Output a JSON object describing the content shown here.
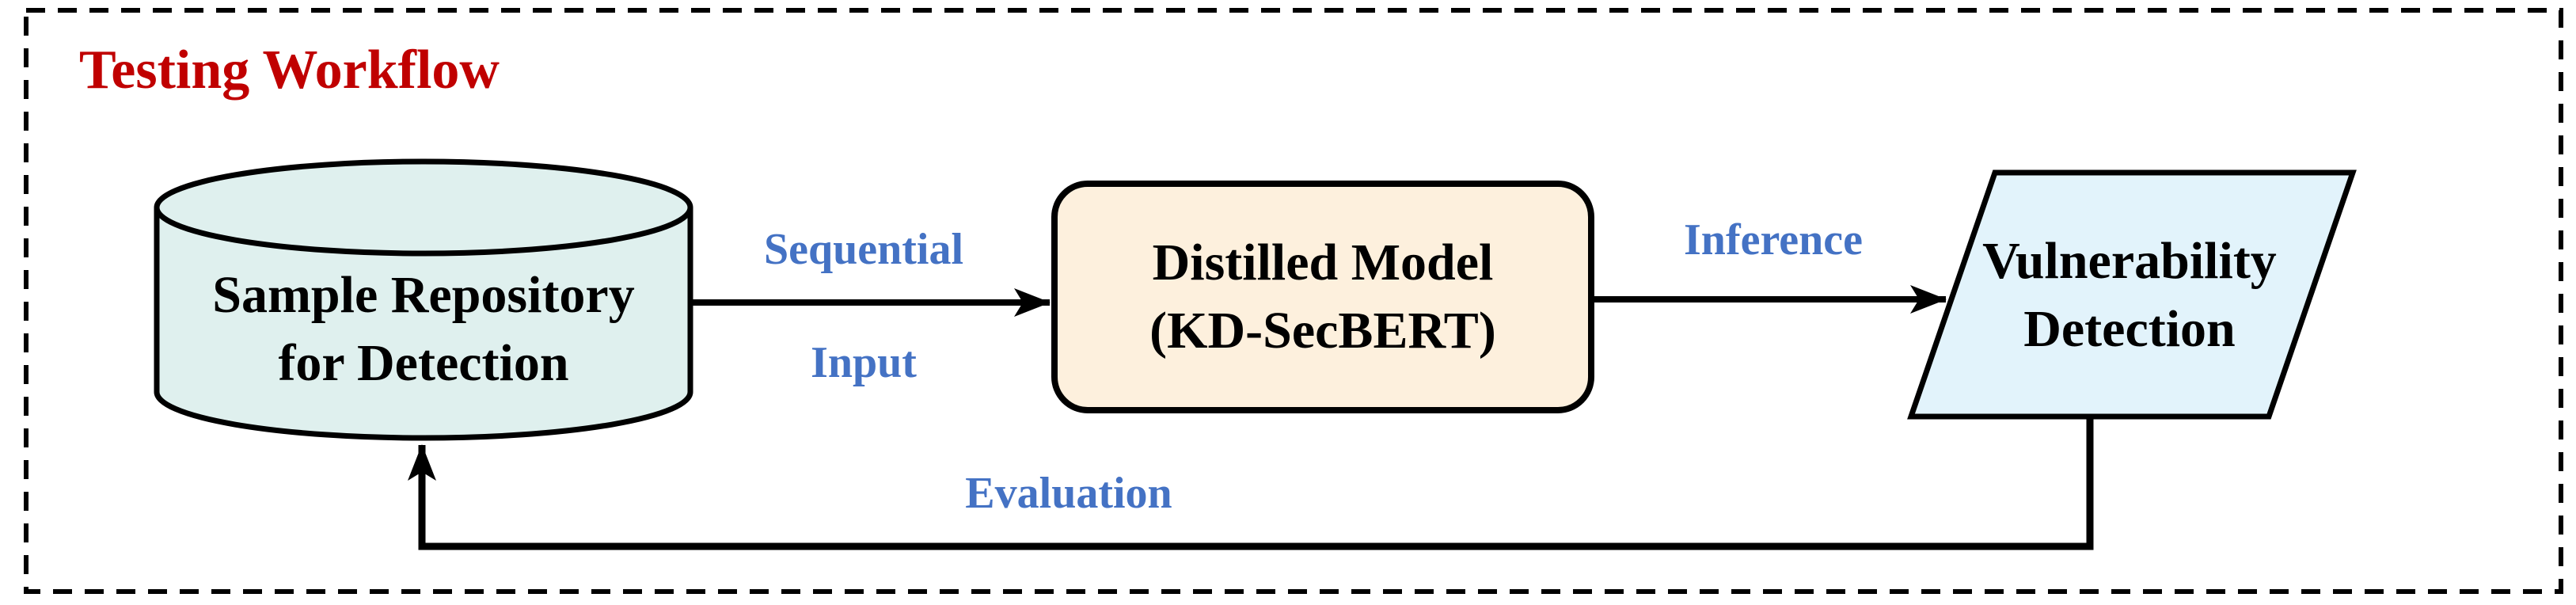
{
  "diagram": {
    "title": "Testing Workflow",
    "nodes": {
      "repository": {
        "shape": "cylinder",
        "line1": "Sample Repository",
        "line2": "for Detection"
      },
      "model": {
        "shape": "rounded-rectangle",
        "line1": "Distilled Model",
        "line2": "(KD-SecBERT)"
      },
      "detection": {
        "shape": "parallelogram",
        "line1": "Vulnerability",
        "line2": "Detection"
      }
    },
    "edges": {
      "sequential_input": {
        "from": "repository",
        "to": "model",
        "line1": "Sequential",
        "line2": "Input"
      },
      "inference": {
        "from": "model",
        "to": "detection",
        "label": "Inference"
      },
      "evaluation": {
        "from": "detection",
        "to": "repository",
        "label": "Evaluation"
      }
    },
    "colors": {
      "title_text": "#C00000",
      "edge_label_text": "#4472C4",
      "node_label_text": "#000000",
      "repository_fill": "#DFF0EE",
      "model_fill": "#FDF0DD",
      "detection_fill": "#E2F3FB",
      "stroke": "#000000",
      "background": "#FFFFFF"
    }
  }
}
